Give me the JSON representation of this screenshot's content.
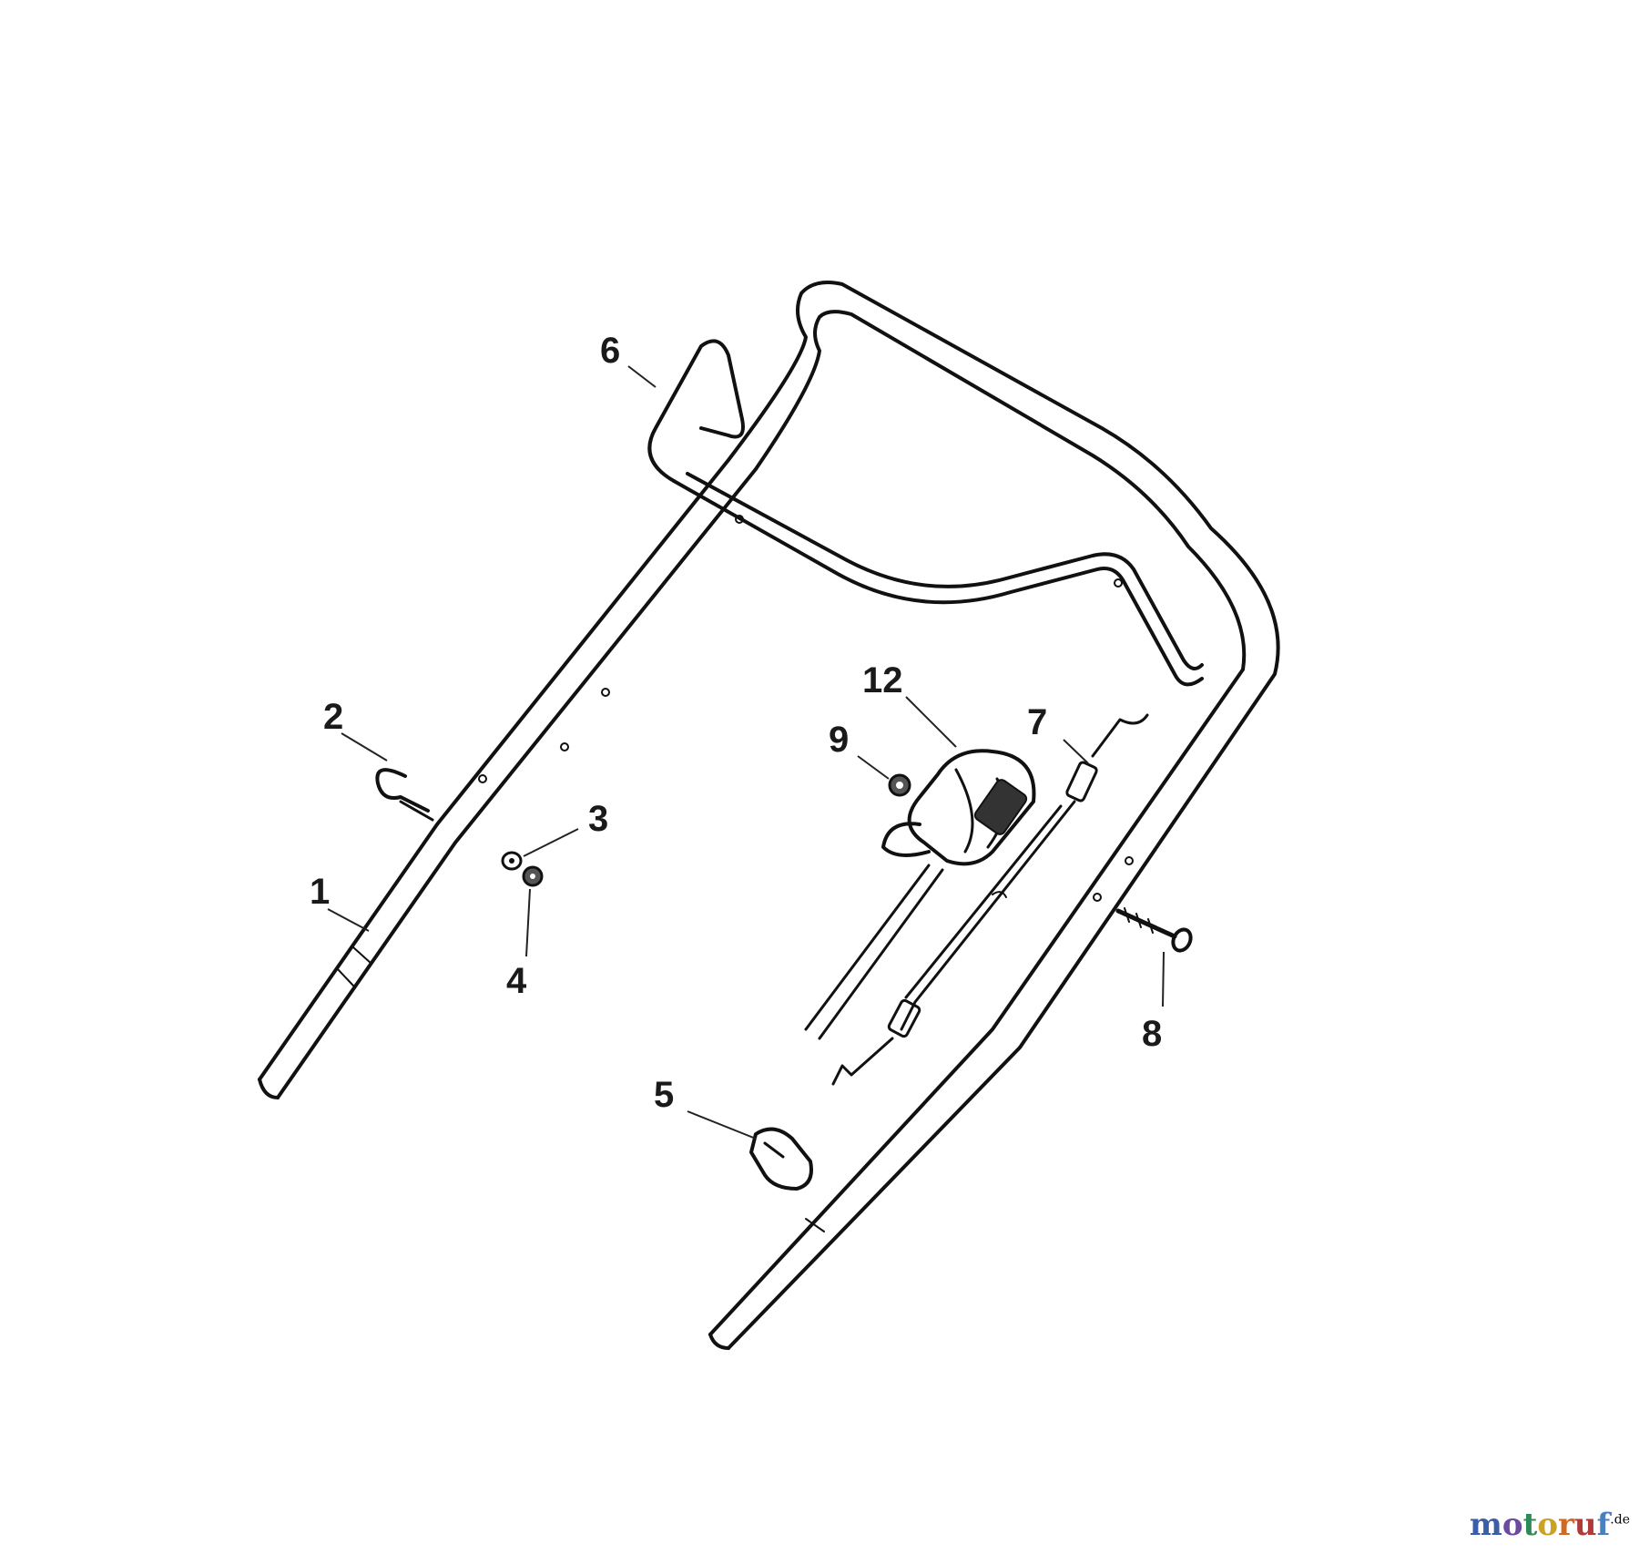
{
  "labels": {
    "p1": "1",
    "p2": "2",
    "p3": "3",
    "p4": "4",
    "p5": "5",
    "p6": "6",
    "p7": "7",
    "p8": "8",
    "p9": "9",
    "p12": "12"
  },
  "watermark": {
    "chars": [
      "m",
      "o",
      "t",
      "o",
      "r",
      "u",
      "f"
    ],
    "colors": [
      "#3a5fa8",
      "#6b4aa0",
      "#2e8b57",
      "#c9a227",
      "#d2691e",
      "#b03a3a",
      "#4a7fc1"
    ],
    "suffix": ".de"
  }
}
